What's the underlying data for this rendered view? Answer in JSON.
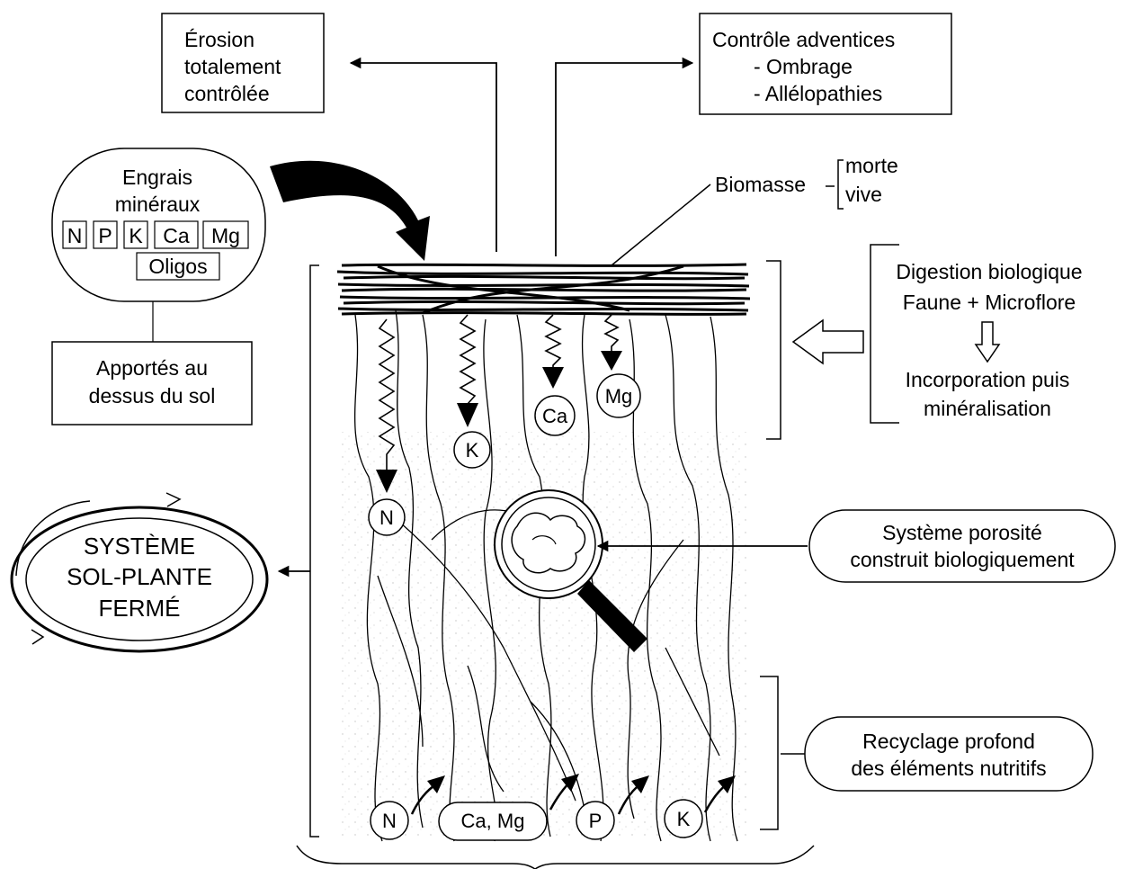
{
  "erosion_box": {
    "lines": [
      "Érosion",
      "totalement",
      "contrôlée"
    ]
  },
  "weed_box": {
    "lines": [
      "Contrôle adventices",
      "- Ombrage",
      "- Allélopathies"
    ]
  },
  "biomass": {
    "label": "Biomasse",
    "states": [
      "morte",
      "vive"
    ]
  },
  "fertilizer": {
    "title_lines": [
      "Engrais",
      "minéraux"
    ],
    "elements": [
      "N",
      "P",
      "K",
      "Ca",
      "Mg"
    ],
    "oligo": "Oligos"
  },
  "applied_box": {
    "lines": [
      "Apportés au",
      "dessus du sol"
    ]
  },
  "digestion_box": {
    "line1": "Digestion biologique",
    "line2": "Faune + Microflore",
    "line3": "Incorporation puis",
    "line4": "minéralisation"
  },
  "released_elements": [
    "N",
    "K",
    "Ca",
    "Mg"
  ],
  "closed_system": {
    "lines": [
      "SYSTÈME",
      "SOL-PLANTE",
      "FERMÉ"
    ]
  },
  "porosity_box": {
    "lines": [
      "Système porosité",
      "construit biologiquement"
    ]
  },
  "recycling_box": {
    "lines": [
      "Recyclage profond",
      "des éléments nutritifs"
    ]
  },
  "deep_elements": [
    "N",
    "Ca, Mg",
    "P",
    "K"
  ]
}
